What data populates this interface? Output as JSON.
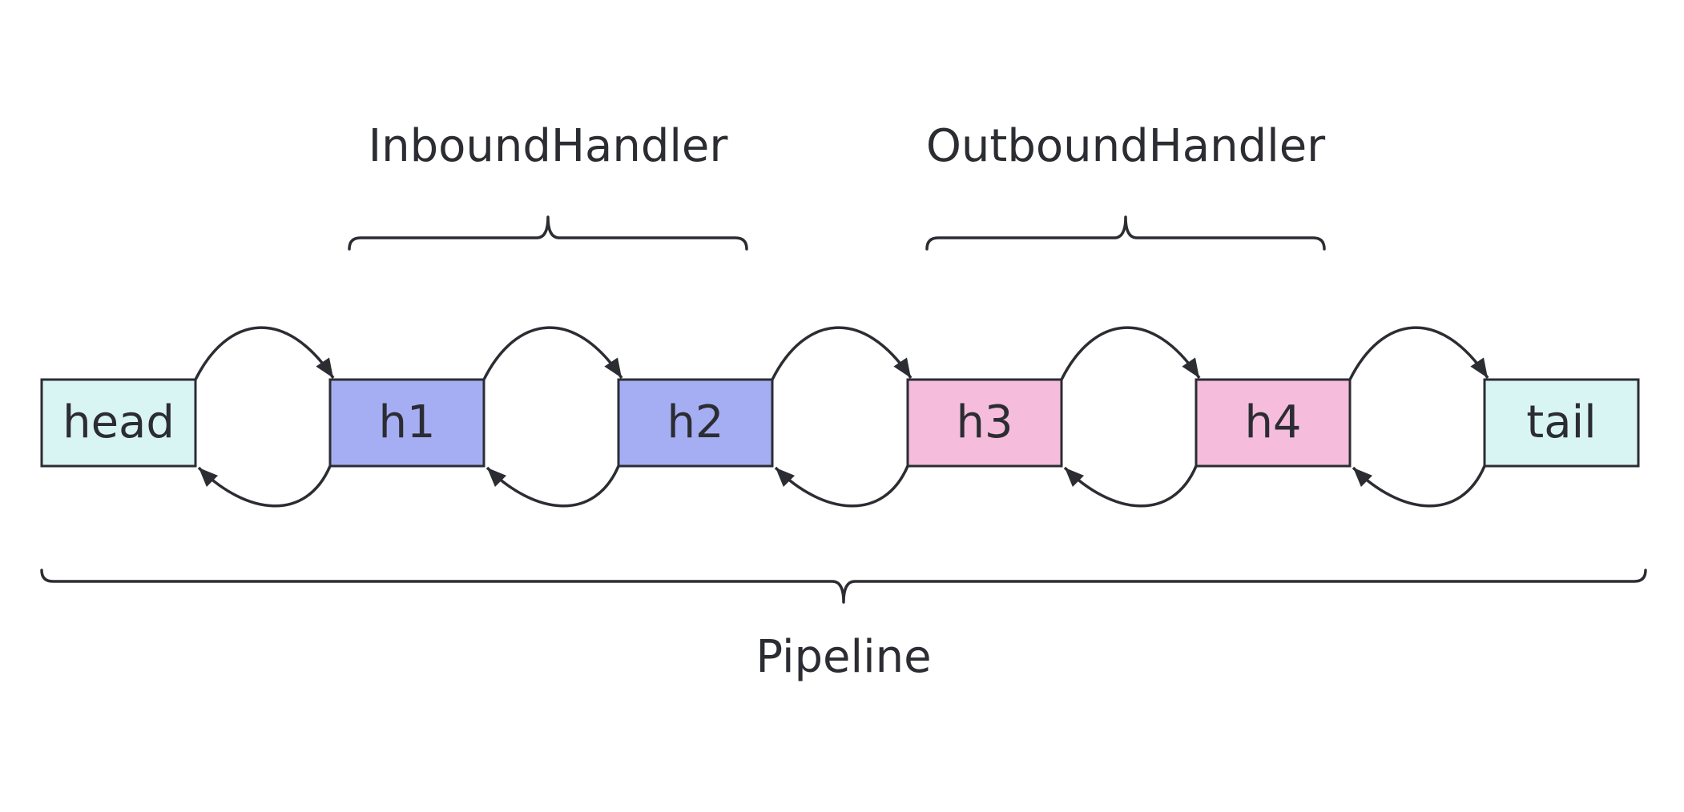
{
  "nodes": [
    {
      "id": "head",
      "label": "head",
      "color": "#d9f5f3"
    },
    {
      "id": "h1",
      "label": "h1",
      "color": "#a6aef3"
    },
    {
      "id": "h2",
      "label": "h2",
      "color": "#a6aef3"
    },
    {
      "id": "h3",
      "label": "h3",
      "color": "#f5bcdc"
    },
    {
      "id": "h4",
      "label": "h4",
      "color": "#f5bcdc"
    },
    {
      "id": "tail",
      "label": "tail",
      "color": "#d9f5f3"
    }
  ],
  "links": [
    {
      "from": "head",
      "to": "h1"
    },
    {
      "from": "h1",
      "to": "h2"
    },
    {
      "from": "h2",
      "to": "h3"
    },
    {
      "from": "h3",
      "to": "h4"
    },
    {
      "from": "h4",
      "to": "tail"
    },
    {
      "from": "h1",
      "to": "head"
    },
    {
      "from": "h2",
      "to": "h1"
    },
    {
      "from": "h3",
      "to": "h2"
    },
    {
      "from": "h4",
      "to": "h3"
    },
    {
      "from": "tail",
      "to": "h4"
    }
  ],
  "groups": [
    {
      "id": "inbound",
      "label": "InboundHandler",
      "members": [
        "h1",
        "h2"
      ]
    },
    {
      "id": "outbound",
      "label": "OutboundHandler",
      "members": [
        "h3",
        "h4"
      ]
    },
    {
      "id": "pipeline",
      "label": "Pipeline",
      "members": [
        "head",
        "h1",
        "h2",
        "h3",
        "h4",
        "tail"
      ]
    }
  ],
  "colors": {
    "stroke": "#2b2d33",
    "endpoint_fill": "#d9f5f3",
    "inbound_fill": "#a6aef3",
    "outbound_fill": "#f5bcdc"
  }
}
